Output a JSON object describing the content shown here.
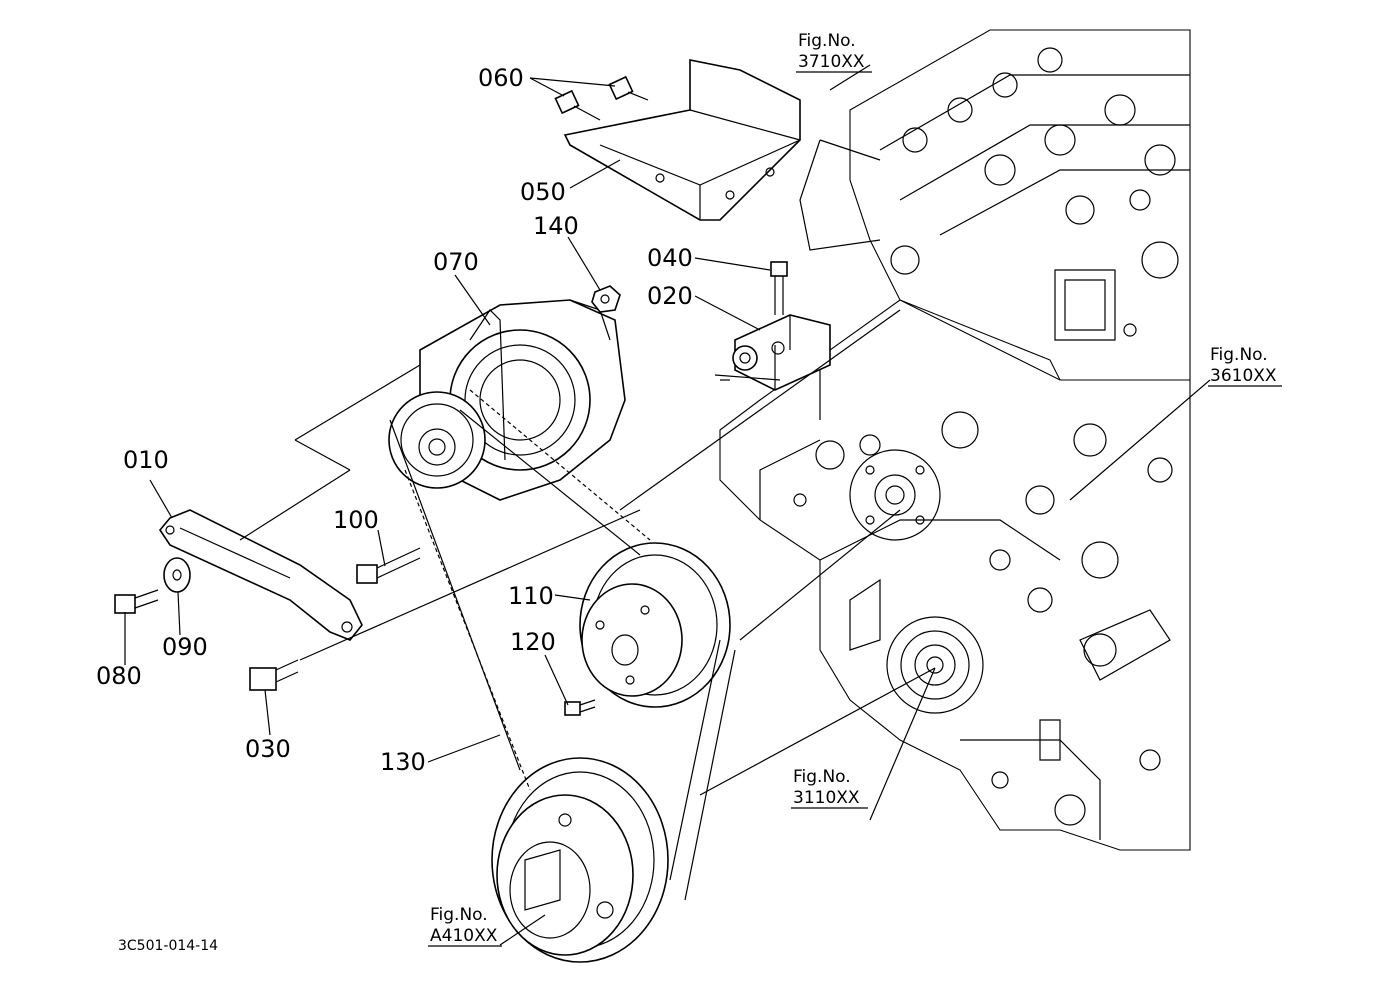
{
  "diagram_code": "3C501-014-14",
  "parts": {
    "p010": "010",
    "p020": "020",
    "p030": "030",
    "p040": "040",
    "p050": "050",
    "p060": "060",
    "p070": "070",
    "p080": "080",
    "p090": "090",
    "p100": "100",
    "p110": "110",
    "p120": "120",
    "p130": "130",
    "p140": "140"
  },
  "figure_refs": {
    "fig3710": {
      "label": "Fig.No.",
      "code": "3710XX"
    },
    "fig3610": {
      "label": "Fig.No.",
      "code": "3610XX"
    },
    "fig3110": {
      "label": "Fig.No.",
      "code": "3110XX"
    },
    "figA410": {
      "label": "Fig.No.",
      "code": "A410XX"
    }
  }
}
